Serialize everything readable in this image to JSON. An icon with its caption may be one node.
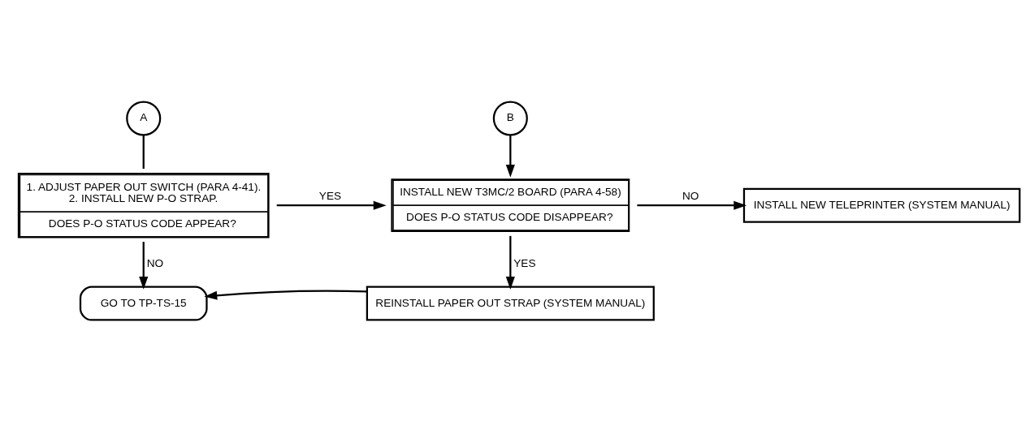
{
  "diagram": {
    "nodes": [
      {
        "text": [
          "A"
        ]
      },
      {
        "text": [
          "1. ADJUST PAPER OUT SWITCH (PARA 4-41).",
          "2. INSTALL NEW P-O STRAP.",
          "DOES P-O STATUS CODE APPEAR?"
        ]
      },
      {
        "text": [
          "B"
        ]
      },
      {
        "text": [
          "INSTALL NEW T3MC/2 BOARD (PARA 4-58)",
          "DOES P-O STATUS CODE DISAPPEAR?"
        ]
      },
      {
        "text": [
          "INSTALL NEW TELEPRINTER (SYSTEM MANUAL)"
        ]
      },
      {
        "text": [
          "REINSTALL PAPER OUT STRAP (SYSTEM MANUAL)"
        ]
      },
      {
        "text": [
          "GO TO TP-TS-15"
        ]
      }
    ],
    "edges": [
      {
        "from": 0,
        "to": 1,
        "arrow": "none"
      },
      {
        "from": 1,
        "to": 3,
        "arrow": "to",
        "label": "YES"
      },
      {
        "from": 1,
        "to": 6,
        "arrow": "to",
        "label": "NO"
      },
      {
        "from": 2,
        "to": 3,
        "arrow": "to"
      },
      {
        "from": 3,
        "to": 4,
        "arrow": "to",
        "label": "NO"
      },
      {
        "from": 3,
        "to": 5,
        "arrow": "to",
        "label": "YES"
      },
      {
        "from": 5,
        "to": 6,
        "arrow": "to"
      }
    ]
  }
}
